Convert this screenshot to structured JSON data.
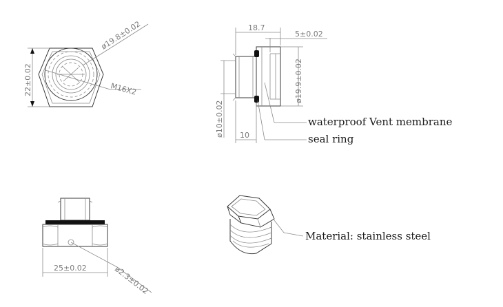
{
  "dimensions": {
    "outer_dia": "ø19.8±0.02",
    "thread": "M16X2",
    "hex_height": "22±0.02",
    "total_length": "18.7",
    "cap_length": "5±0.02",
    "cap_dia": "ø19.9±0.02",
    "bore_dia": "ø10±0.02",
    "thread_length": "10",
    "hex_width": "25±0.02",
    "vent_hole": "ø2.3±0.02"
  },
  "annotations": {
    "membrane": "waterproof Vent membrane",
    "seal": "seal ring",
    "material": "Material: stainless steel"
  }
}
